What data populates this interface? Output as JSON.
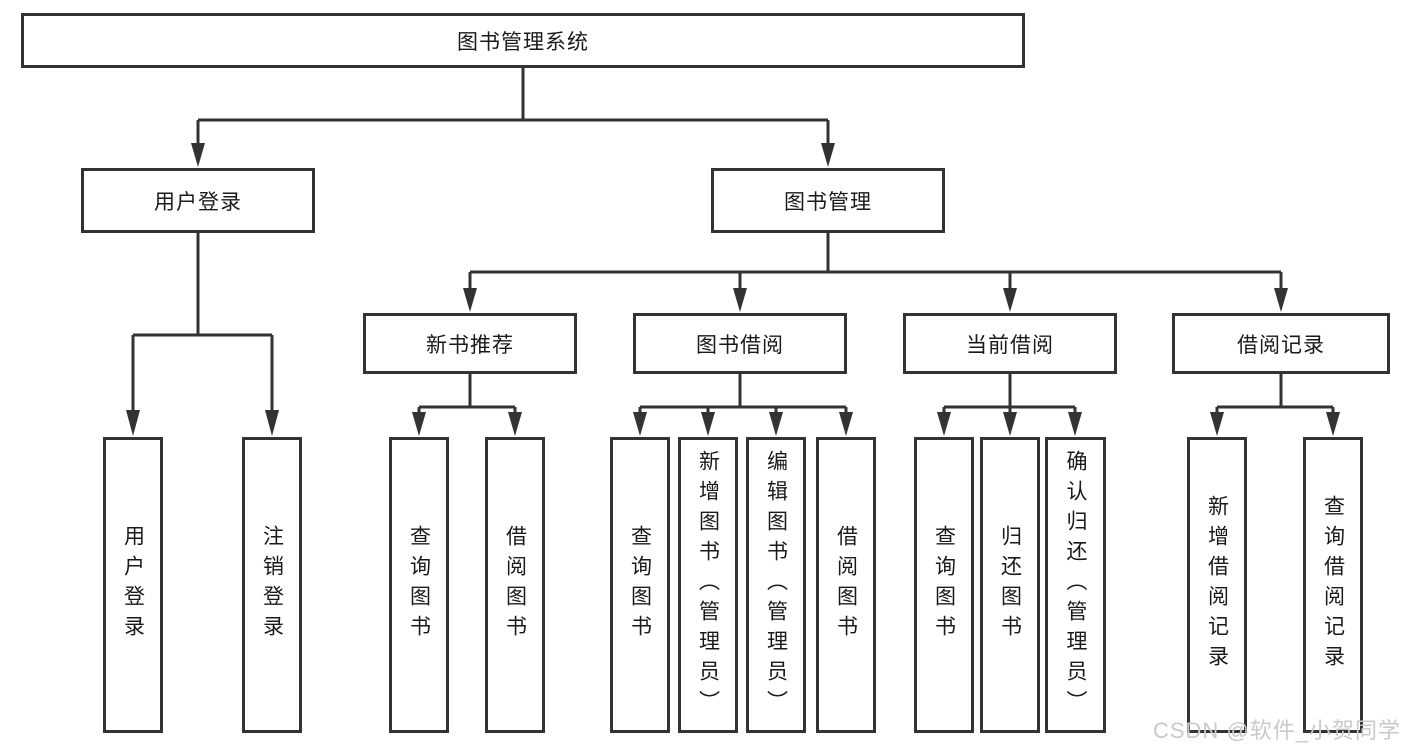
{
  "tree": {
    "root": "图书管理系统",
    "branches": [
      {
        "label": "用户登录",
        "children": [
          "用户登录",
          "注销登录"
        ]
      },
      {
        "label": "图书管理",
        "sections": [
          {
            "label": "新书推荐",
            "children": [
              "查询图书",
              "借阅图书"
            ]
          },
          {
            "label": "图书借阅",
            "children": [
              "查询图书",
              "新增图书（管理员）",
              "编辑图书（管理员）",
              "借阅图书"
            ]
          },
          {
            "label": "当前借阅",
            "children": [
              "查询图书",
              "归还图书",
              "确认归还（管理员）"
            ]
          },
          {
            "label": "借阅记录",
            "children": [
              "新增借阅记录",
              "查询借阅记录"
            ]
          }
        ]
      }
    ]
  },
  "colors": {
    "line": "#333333",
    "text": "#1a1a1a",
    "watermark": "#c9c9c9",
    "background": "#ffffff"
  },
  "watermark": "CSDN @软件_小贺同学"
}
